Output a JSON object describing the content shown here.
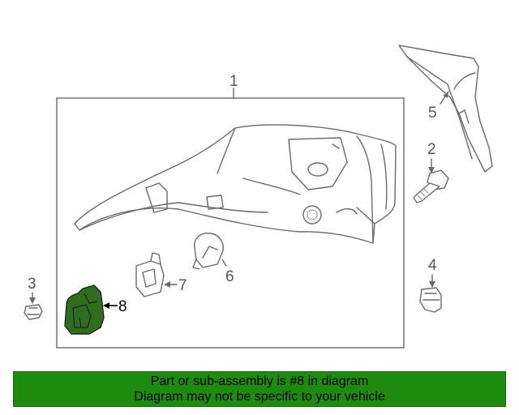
{
  "callouts": {
    "c1": "1",
    "c2": "2",
    "c3": "3",
    "c4": "4",
    "c5": "5",
    "c6": "6",
    "c7": "7",
    "c8": "8"
  },
  "highlight_color": "#2e6e1e",
  "banner": {
    "line1": "Part or sub-assembly is #8 in diagram",
    "line2": "Diagram may not be specific to your vehicle",
    "background": "#1f8a10"
  }
}
